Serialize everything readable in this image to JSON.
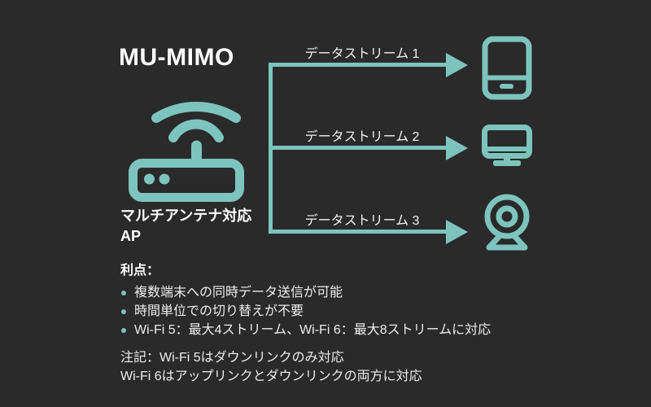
{
  "colors": {
    "background": "#2a2a2a",
    "accent_teal": "#7dc4be",
    "title_text": "#ffffff",
    "body_text": "#ededed"
  },
  "title": "MU-MIMO",
  "access_point": {
    "label_line1": "マルチアンテナ対応",
    "label_line2": "AP",
    "icon": "wifi-router-icon"
  },
  "streams": [
    {
      "label": "データストリーム 1",
      "device_icon": "tablet-icon"
    },
    {
      "label": "データストリーム 2",
      "device_icon": "monitor-icon"
    },
    {
      "label": "データストリーム 3",
      "device_icon": "webcam-icon"
    }
  ],
  "benefits": {
    "heading": "利点：",
    "items": [
      "複数端末への同時データ送信が可能",
      "時間単位での切り替えが不要",
      "Wi-Fi 5：最大4ストリーム、Wi-Fi 6：最大8ストリームに対応"
    ]
  },
  "note": {
    "line1": "注記：Wi-Fi 5はダウンリンクのみ対応",
    "line2": "Wi-Fi 6はアップリンクとダウンリンクの両方に対応"
  }
}
